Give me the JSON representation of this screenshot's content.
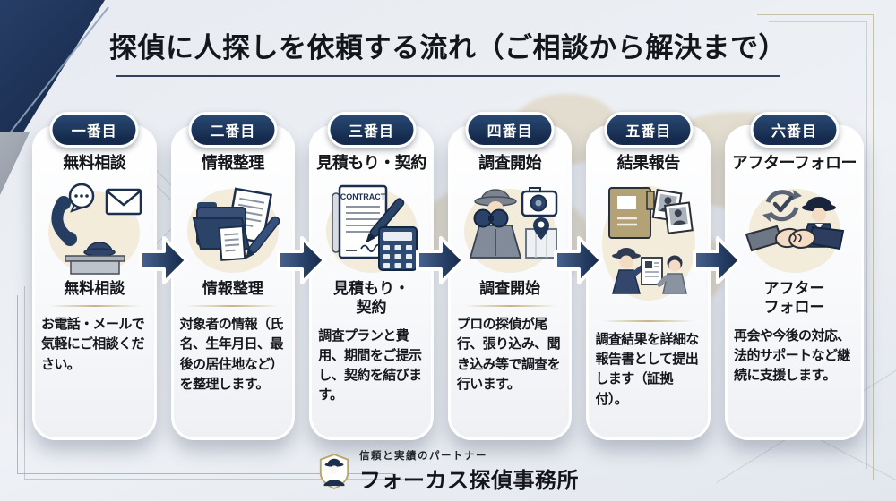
{
  "header": {
    "title": "探偵に人探しを依頼する流れ（ご相談から解決まで）"
  },
  "steps": [
    {
      "badge": "一番目",
      "title": "無料相談",
      "subtitle": "無料相談",
      "description": "お電話・メールで気軽にご相談ください。",
      "icon": "phone-mail-desk-illustration"
    },
    {
      "badge": "二番目",
      "title": "情報整理",
      "subtitle": "情報整理",
      "description": "対象者の情報（氏名、生年月日、最後の居住地など）を整理します。",
      "icon": "folder-documents-pen-illustration"
    },
    {
      "badge": "三番目",
      "title": "見積もり・契約",
      "subtitle": "見積もり・\n契約",
      "description": "調査プランと費用、期間をご提示し、契約を結びます。",
      "icon": "contract-pen-calculator-illustration"
    },
    {
      "badge": "四番目",
      "title": "調査開始",
      "subtitle": "調査開始",
      "description": "プロの探偵が尾行、張り込み、聞き込み等で調査を行います。",
      "icon": "detective-binoculars-camera-map-illustration"
    },
    {
      "badge": "五番目",
      "title": "結果報告",
      "subtitle": "",
      "description": "調査結果を詳細な報告書として提出します（証拠付）。",
      "icon": "report-book-photos-people-illustration"
    },
    {
      "badge": "六番目",
      "title": "アフターフォロー",
      "subtitle": "アフター\nフォロー",
      "description": "再会や今後の対応、法的サポートなど継続に支援します。",
      "icon": "handshake-cycle-detective-illustration"
    }
  ],
  "contract_label": "CONTRACT",
  "footer": {
    "tagline": "信頼と実績のパートナー",
    "company": "フォーカス探偵事務所",
    "logo_icon": "detective-shield-logo"
  },
  "colors": {
    "badge_navy": "#1b3154",
    "arrow_navy": "#16294a",
    "background": "#e9edf2",
    "accent_gold": "#c6b684",
    "map_tan": "#d8c8a4"
  }
}
